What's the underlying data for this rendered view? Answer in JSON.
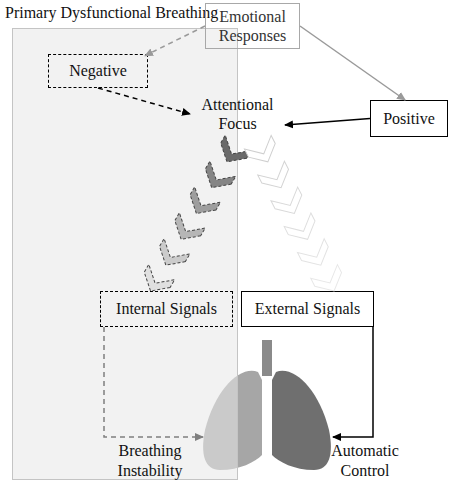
{
  "diagram": {
    "nodes": [
      {
        "text": [
          "Primary Dysfunctional Breathing"
        ]
      },
      {
        "text": [
          "Emotional Responses"
        ]
      },
      {
        "text": [
          "Negative"
        ],
        "in": 0
      },
      {
        "text": [
          "Positive"
        ]
      },
      {
        "text": [
          "Attentional Focus"
        ]
      },
      {
        "text": [
          "Internal Signals"
        ],
        "in": 0
      },
      {
        "text": [
          "External Signals"
        ]
      }
    ],
    "edges": [
      {
        "from": 1,
        "to": 2,
        "arrow": "to"
      },
      {
        "from": 1,
        "to": 3,
        "arrow": "to"
      },
      {
        "from": 2,
        "to": 4,
        "arrow": "to"
      },
      {
        "from": 3,
        "to": 4,
        "arrow": "to"
      },
      {
        "from": 4,
        "to": 5,
        "arrow": "to"
      },
      {
        "from": 4,
        "to": 6,
        "arrow": "to"
      }
    ],
    "labels": [
      "Breathing Instability",
      "Automatic Control"
    ]
  }
}
